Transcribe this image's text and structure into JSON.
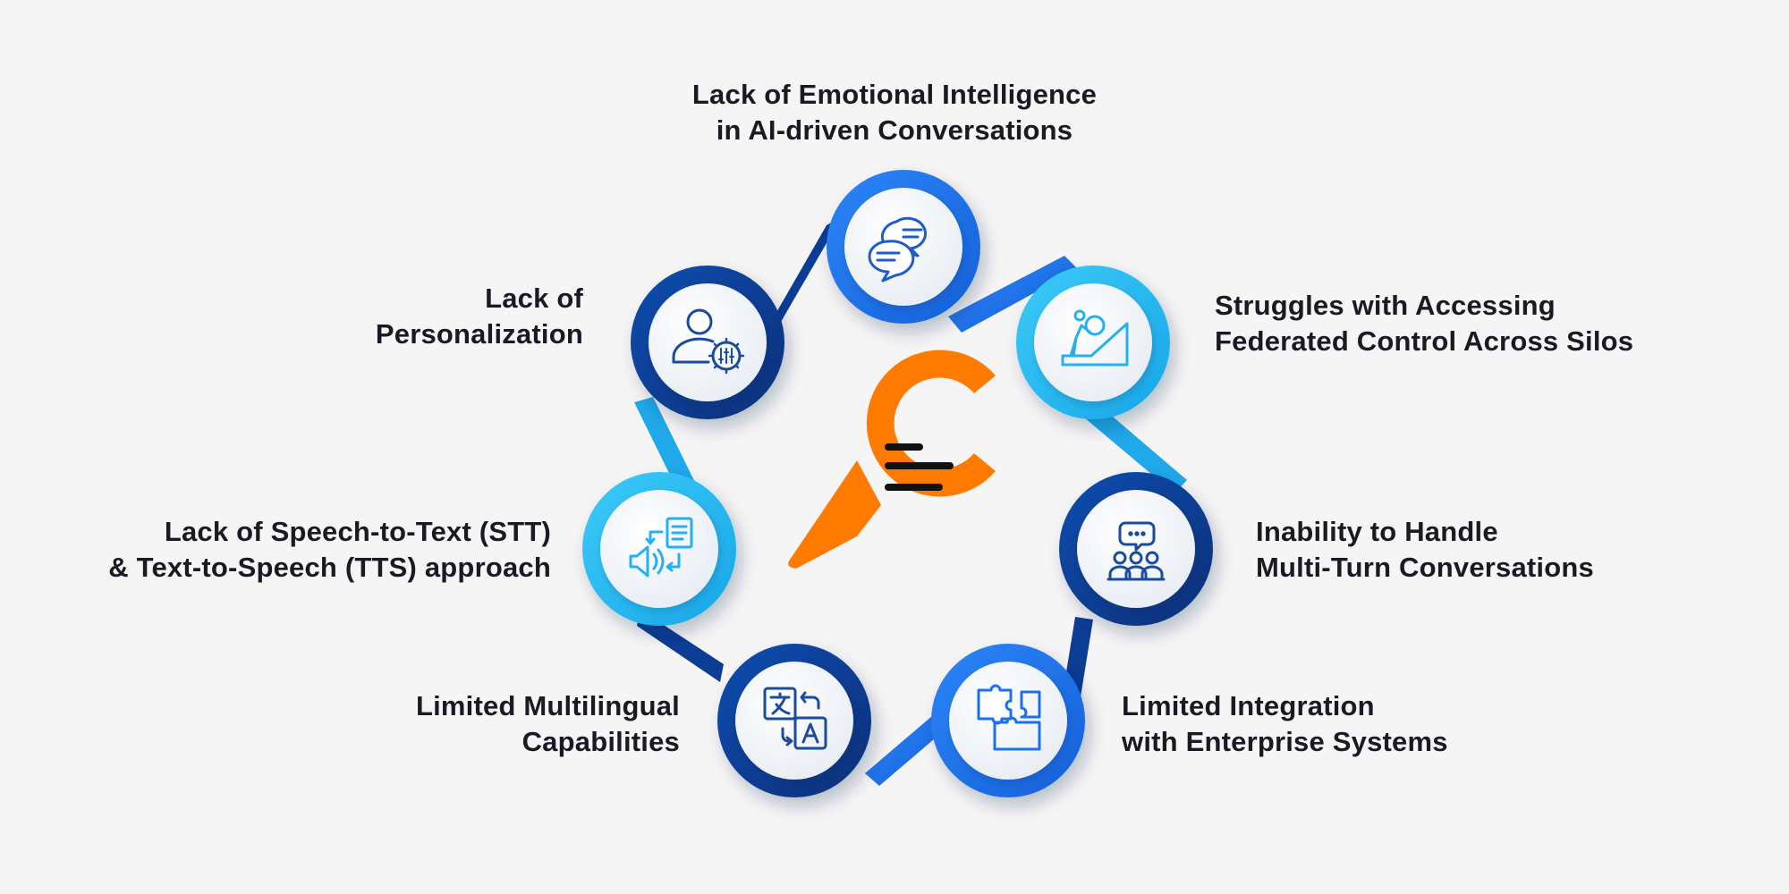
{
  "center": {
    "logo": "search-logo-icon"
  },
  "colors": {
    "navy": "#0d3a8f",
    "blue": "#1e6ff0",
    "cyan": "#25b8f2",
    "orange": "#ff7a00",
    "icon_navy": "#1b4c9c"
  },
  "items": [
    {
      "id": "emotional",
      "icon": "chat-bubbles-icon",
      "lines": [
        "Lack of Emotional Intelligence",
        "in AI-driven Conversations"
      ]
    },
    {
      "id": "federated",
      "icon": "climber-icon",
      "lines": [
        "Struggles with Accessing",
        "Federated Control Across Silos"
      ]
    },
    {
      "id": "multiturn",
      "icon": "group-discussion-icon",
      "lines": [
        "Inability to Handle",
        "Multi-Turn Conversations"
      ]
    },
    {
      "id": "integration",
      "icon": "puzzle-icon",
      "lines": [
        "Limited Integration",
        "with Enterprise Systems"
      ]
    },
    {
      "id": "multilingual",
      "icon": "translate-icon",
      "lines": [
        "Limited Multilingual",
        "Capabilities"
      ]
    },
    {
      "id": "speech",
      "icon": "speech-to-text-icon",
      "lines": [
        "Lack of Speech-to-Text (STT)",
        "& Text-to-Speech (TTS) approach"
      ]
    },
    {
      "id": "personalization",
      "icon": "user-settings-icon",
      "lines": [
        "Lack of",
        "Personalization"
      ]
    }
  ]
}
